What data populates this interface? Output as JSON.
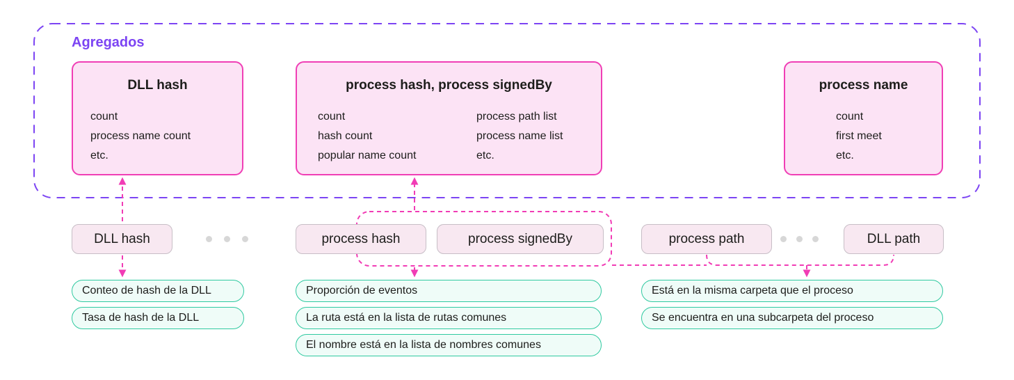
{
  "group": {
    "title": "Agregados"
  },
  "aggregates": {
    "dll_hash": {
      "title": "DLL hash",
      "items": [
        "count",
        "process name count",
        "etc."
      ]
    },
    "process_hash_signedby": {
      "title": "process hash, process signedBy",
      "col1": [
        "count",
        "hash count",
        "popular name count"
      ],
      "col2": [
        "process path list",
        "process name list",
        "etc."
      ]
    },
    "process_name": {
      "title": "process name",
      "items": [
        "count",
        "first meet",
        "etc."
      ]
    }
  },
  "fields": {
    "dll_hash": "DLL hash",
    "process_hash": "process hash",
    "process_signedby": "process signedBy",
    "process_path": "process path",
    "dll_path": "DLL path"
  },
  "features": {
    "dll": [
      "Conteo de hash de la DLL",
      "Tasa de hash de la DLL"
    ],
    "process": [
      "Proporción de eventos",
      "La ruta está en la lista de rutas comunes",
      "El nombre está en la lista de nombres comunes"
    ],
    "path": [
      "Está en la misma carpeta que el proceso",
      "Se encuentra en una subcarpeta del proceso"
    ]
  },
  "colors": {
    "purple": "#7c44f3",
    "magenta": "#f13cb5",
    "magenta_border": "#f03eb5",
    "pink_fill": "#fce3f5",
    "pill_fill": "#f8e8f1",
    "pill_border": "#c7bec6",
    "teal": "#2fc9a0",
    "mint_fill": "#effcf8",
    "dot": "#d7d7d7",
    "text": "#1d1d1b"
  }
}
